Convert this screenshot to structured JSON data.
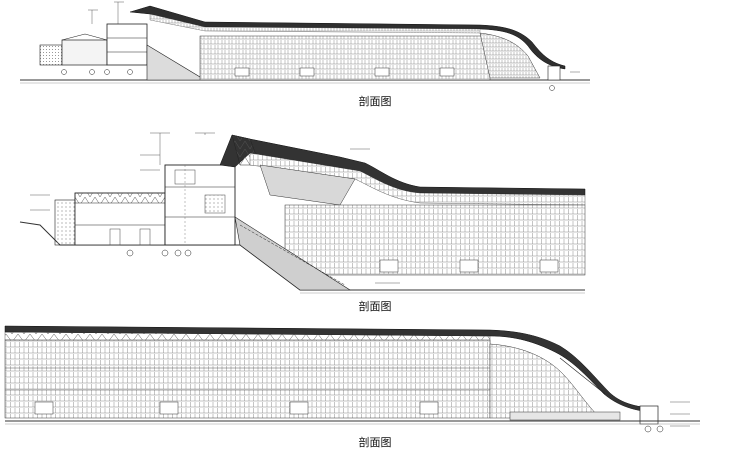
{
  "captions": {
    "section_1": "剖面图",
    "section_2": "剖面图",
    "section_3": "剖面图"
  },
  "colors": {
    "line": "#1a1a1a",
    "seat_fill": "#cfcfcf",
    "roof_fill": "#3a3a3a",
    "ground": "#555555"
  }
}
